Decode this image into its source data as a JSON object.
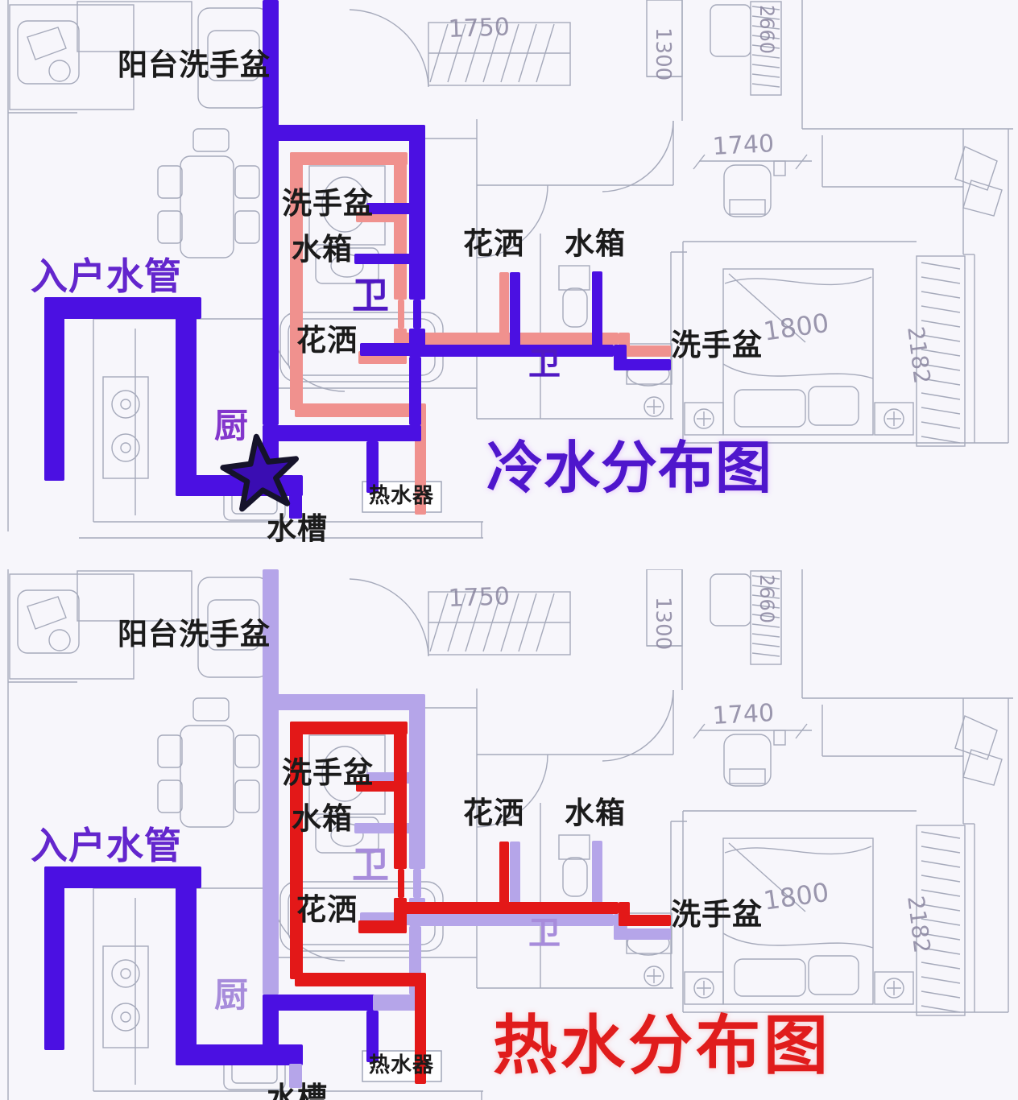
{
  "diagram": {
    "type": "home-plumbing-floor-plan",
    "panels": [
      {
        "name": "cold-water-distribution",
        "title": "冷水分布图",
        "title_color": "#4f16cc",
        "active_system": "cold"
      },
      {
        "name": "hot-water-distribution",
        "title": "热水分布图",
        "title_color": "#e01c1c",
        "active_system": "hot"
      }
    ],
    "labels": {
      "balcony_basin": "阳台洗手盆",
      "entry_pipe": "入户水管",
      "basin_bath1": "洗手盆",
      "tank_bath1": "水箱",
      "shower_bath1": "花洒",
      "bath1": "卫",
      "kitchen": "厨",
      "shower_bath2": "花洒",
      "tank_bath2": "水箱",
      "basin_bath2": "洗手盆",
      "bath2": "卫",
      "sink": "水槽",
      "water_heater": "热水器"
    },
    "colors": {
      "background": "#f7f6fb",
      "plan_line": "#a6aabb",
      "dim_text": "#8a86a0",
      "cold_pipe_active": "#4b10e2",
      "cold_pipe_inactive": "#b5a5e9",
      "hot_pipe_active": "#e31818",
      "hot_pipe_inactive": "#f0918e",
      "star_fill": "#3a0db2",
      "star_outline": "#15132a",
      "label_text": "#1b1b1b",
      "label_purple": "#5018c4",
      "label_purple_faded": "#a78cdb",
      "kitchen_label": "#8336cc",
      "entry_label": "#6326cd",
      "heater_box_border": "#9aa0b4"
    }
  },
  "floorplan": {
    "dimensions": {
      "closet": "1750",
      "entry_wall": "1300",
      "top_wardrobe": "2660",
      "hallway": "1740",
      "bed": "1800",
      "wardrobe": "2182"
    }
  }
}
